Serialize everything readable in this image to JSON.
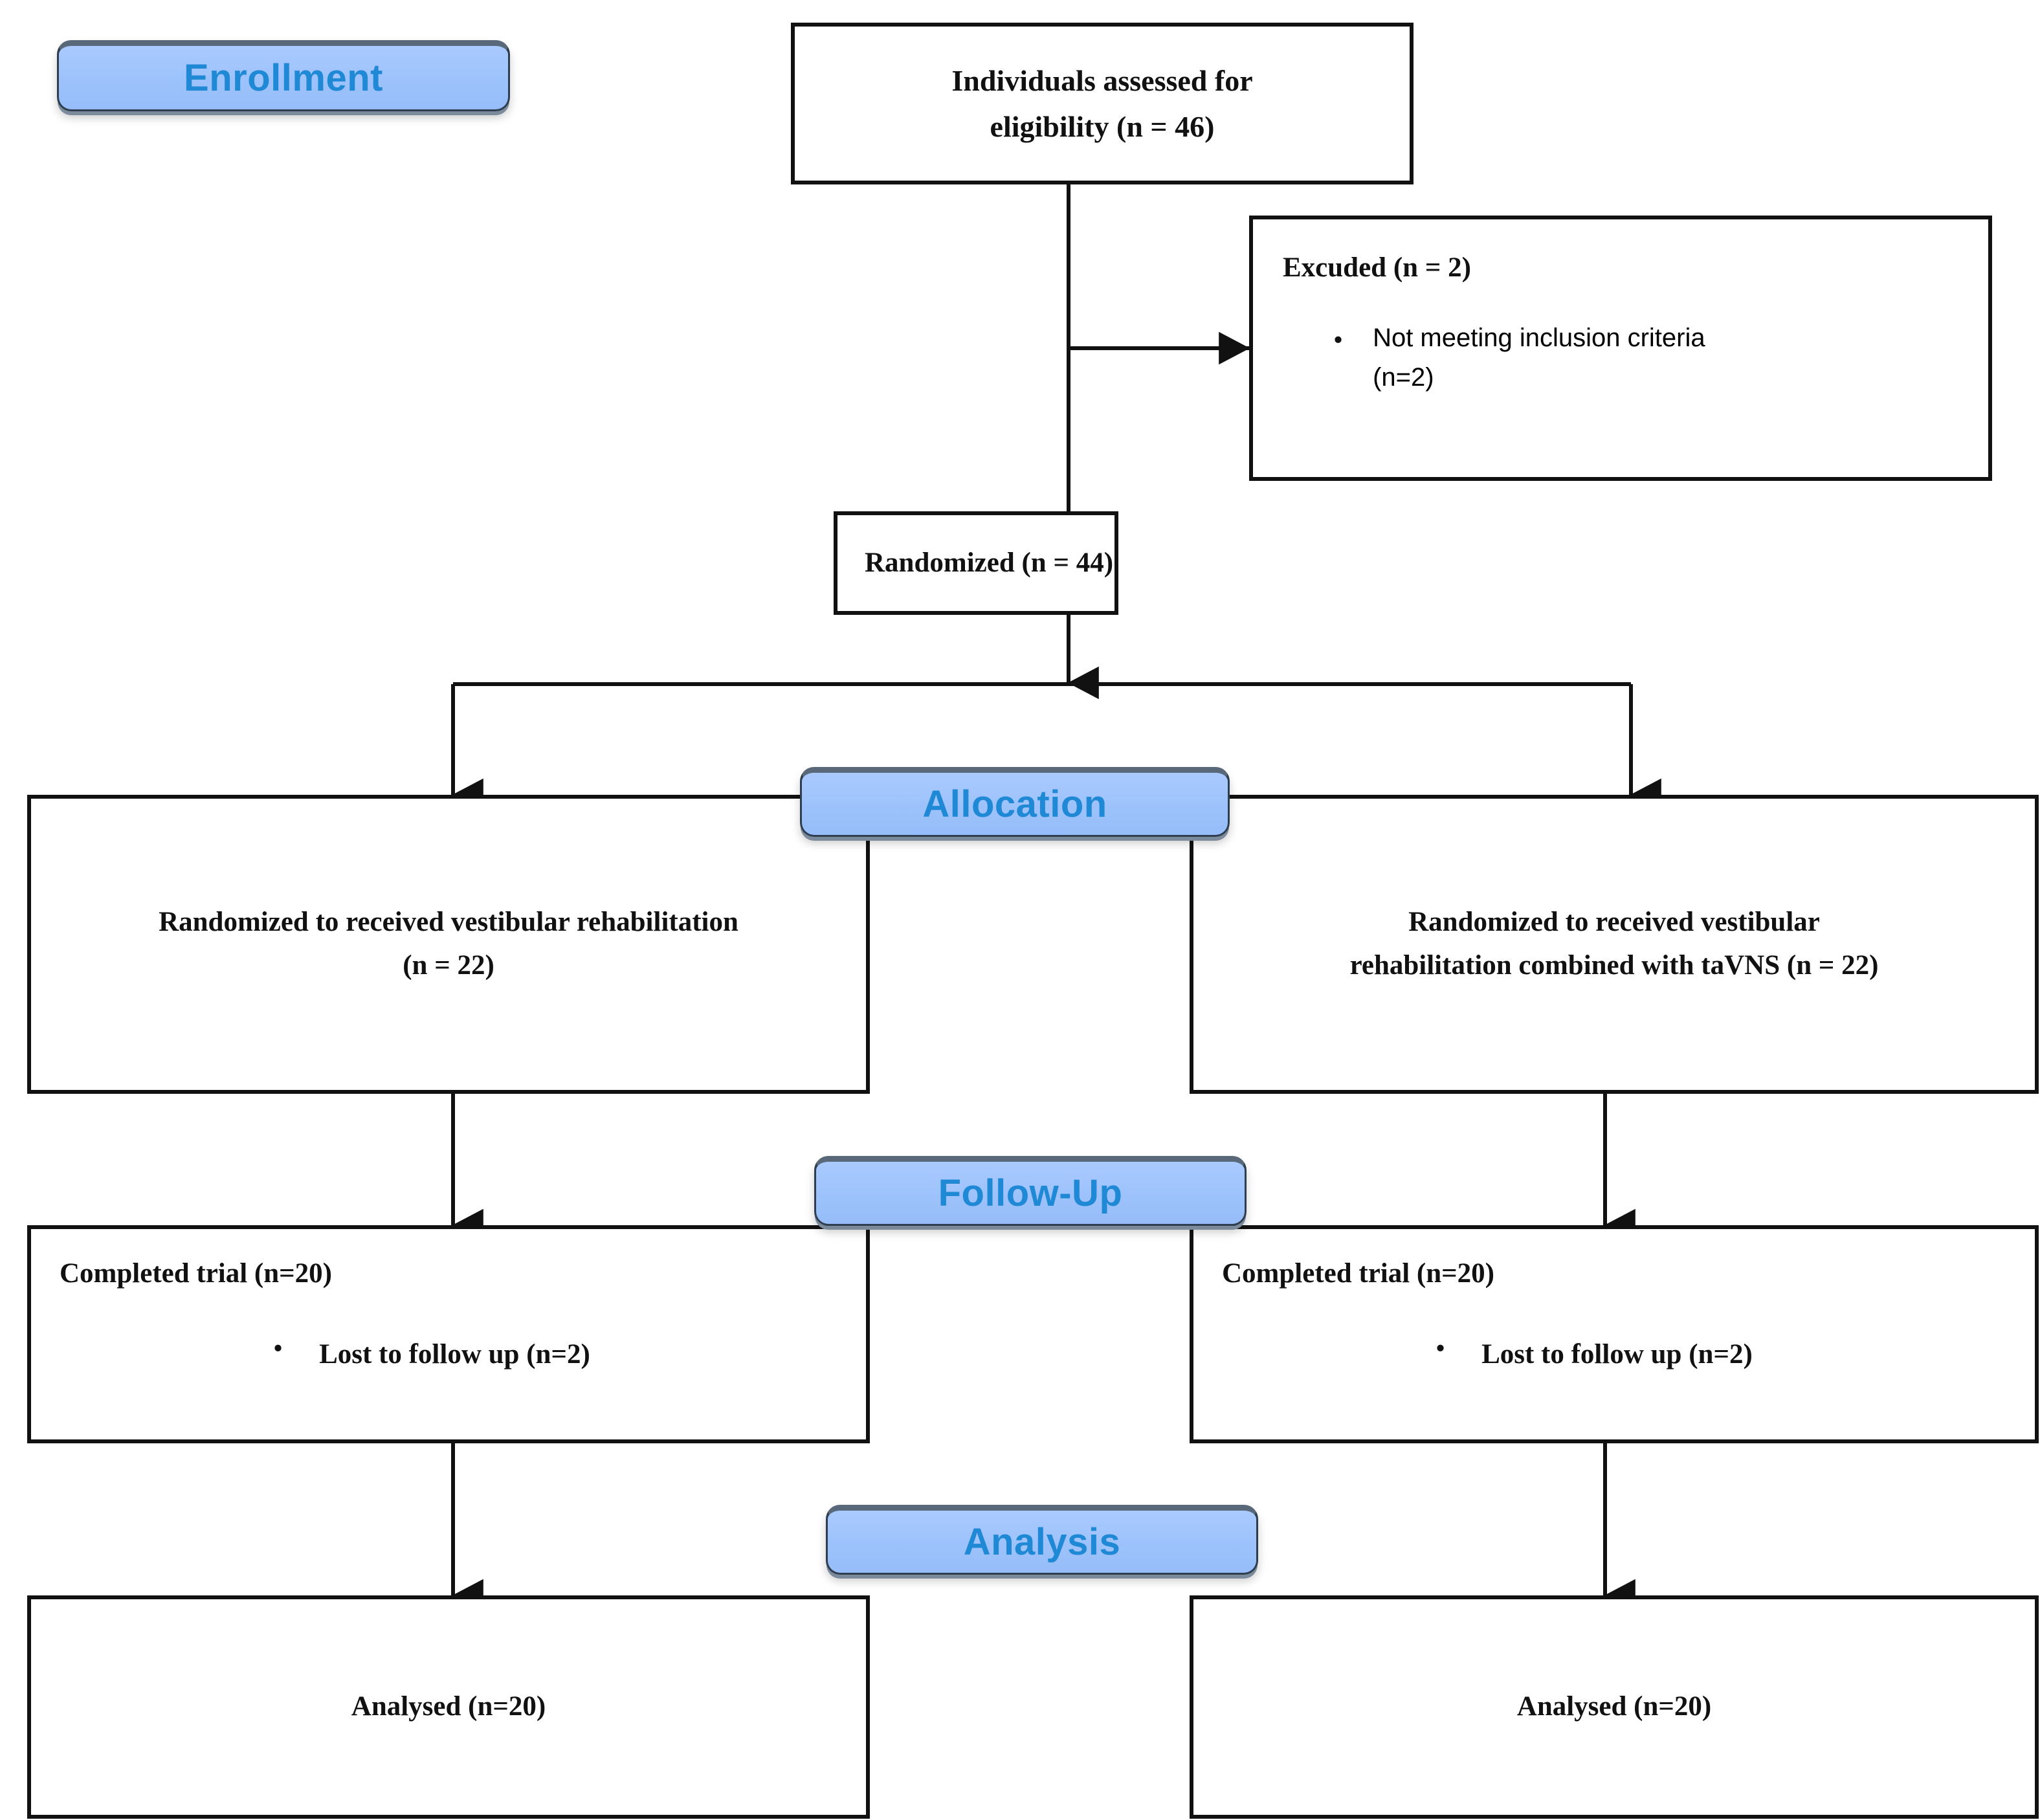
{
  "diagram": {
    "kind": "CONSORT participant flow diagram",
    "stages": [
      {
        "id": "enrollment",
        "label": "Enrollment"
      },
      {
        "id": "allocation",
        "label": "Allocation"
      },
      {
        "id": "followup",
        "label": "Follow-Up"
      },
      {
        "id": "analysis",
        "label": "Analysis"
      }
    ],
    "colors": {
      "pill_fill": "#9DC2FB",
      "pill_text": "#2089D6",
      "pill_border": "#2F3E4E",
      "pill_top_shade": "#59697A",
      "box_border": "#111111",
      "box_fill": "#FFFFFF",
      "text": "#111111",
      "background": "#FFFFFF"
    },
    "enrollment": {
      "assessed": {
        "line1": "Individuals assessed for",
        "line2": "eligibility (n = 46)",
        "n": 46
      },
      "excluded": {
        "heading": "Excuded (n = 2)",
        "n": 2,
        "bullets": [
          {
            "line1": "Not meeting inclusion criteria",
            "line2": "(n=2)",
            "n": 2
          }
        ]
      },
      "randomized": {
        "label": "Randomized (n = 44)",
        "n": 44
      }
    },
    "allocation": {
      "left": {
        "line1": "Randomized to received vestibular rehabilitation",
        "line2": "(n = 22)",
        "n": 22
      },
      "right": {
        "line1": "Randomized to received vestibular",
        "line2": "rehabilitation combined with taVNS (n = 22)",
        "n": 22
      }
    },
    "followup": {
      "left": {
        "heading": "Completed trial (n=20)",
        "n": 20,
        "bullets": [
          {
            "text": "Lost to follow up (n=2)",
            "n": 2
          }
        ]
      },
      "right": {
        "heading": "Completed trial (n=20)",
        "n": 20,
        "bullets": [
          {
            "text": "Lost to follow up (n=2)",
            "n": 2
          }
        ]
      }
    },
    "analysis": {
      "left": {
        "label": "Analysed (n=20)",
        "n": 20
      },
      "right": {
        "label": "Analysed (n=20)",
        "n": 20
      }
    },
    "glyphs": {
      "bullet": "•"
    }
  }
}
